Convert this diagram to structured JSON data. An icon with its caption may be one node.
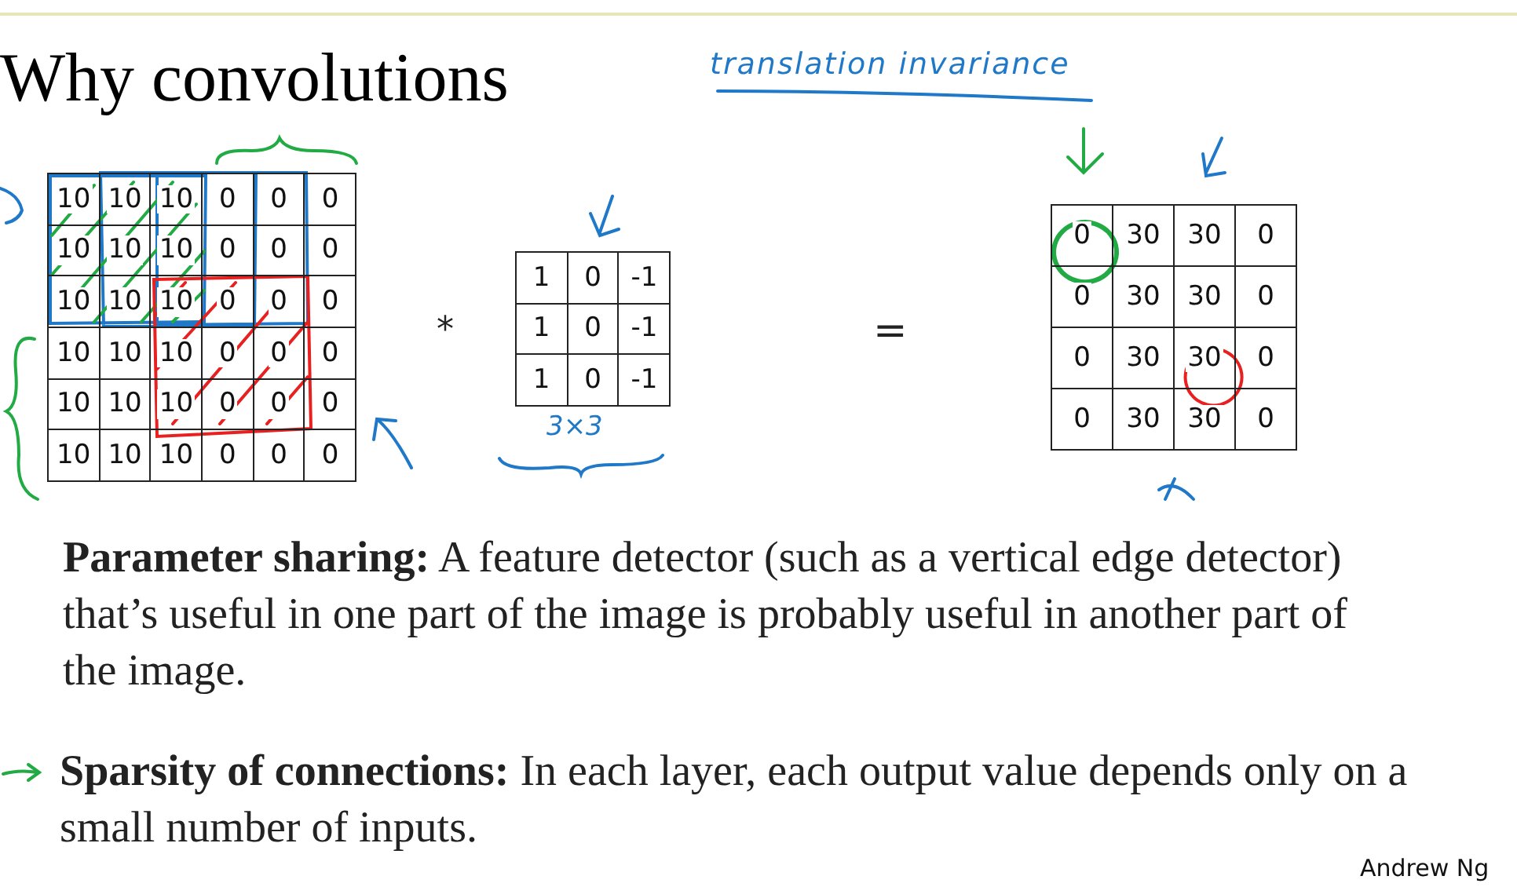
{
  "diagram": {
    "title": "Why convolutions",
    "labels": [
      "translation invariance",
      "10",
      "10",
      "10",
      "0",
      "0",
      "0",
      "10",
      "10",
      "10",
      "0",
      "0",
      "0",
      "10",
      "10",
      "10",
      "0",
      "0",
      "0",
      "10",
      "10",
      "10",
      "0",
      "0",
      "0",
      "10",
      "10",
      "10",
      "0",
      "0",
      "0",
      "10",
      "10",
      "10",
      "0",
      "0",
      "0",
      "*",
      "1",
      "0",
      "-1",
      "1",
      "0",
      "-1",
      "1",
      "0",
      "-1",
      "3×3",
      "=",
      "0",
      "30",
      "30",
      "0",
      "0",
      "30",
      "30",
      "0",
      "0",
      "30",
      "30",
      "0",
      "0",
      "30",
      "30",
      "0",
      "**Parameter sharing:** A feature detector (such as a vertical edge detector) that’s useful in one part of the image is probably useful in another part of the image.",
      "**Sparsity of connections:** In each layer, each output value depends only on a small number of inputs.",
      "Andrew Ng"
    ]
  }
}
